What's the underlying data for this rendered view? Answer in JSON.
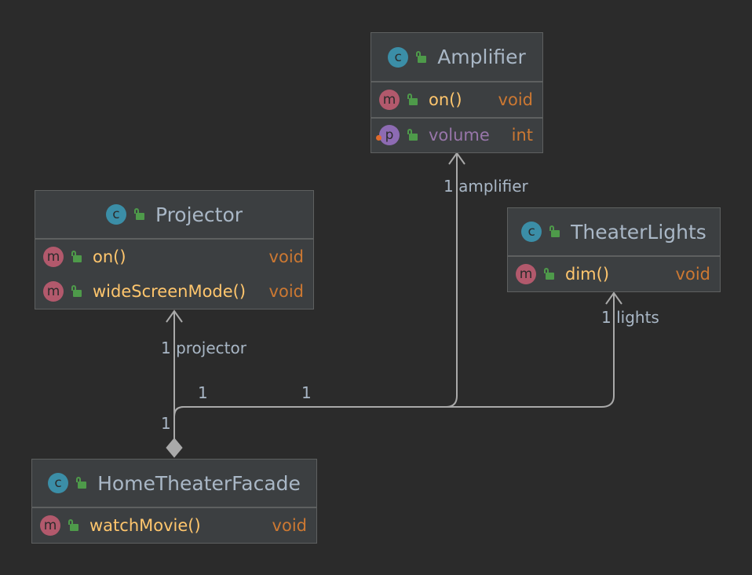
{
  "classes": {
    "amplifier": {
      "name": "Amplifier",
      "members": [
        {
          "kind": "m",
          "name": "on()",
          "type": "void"
        },
        {
          "kind": "p",
          "name": "volume",
          "type": "int"
        }
      ]
    },
    "projector": {
      "name": "Projector",
      "members": [
        {
          "kind": "m",
          "name": "on()",
          "type": "void"
        },
        {
          "kind": "m",
          "name": "wideScreenMode()",
          "type": "void"
        }
      ]
    },
    "theater_lights": {
      "name": "TheaterLights",
      "members": [
        {
          "kind": "m",
          "name": "dim()",
          "type": "void"
        }
      ]
    },
    "facade": {
      "name": "HomeTheaterFacade",
      "members": [
        {
          "kind": "m",
          "name": "watchMovie()",
          "type": "void"
        }
      ]
    }
  },
  "badges": {
    "class": "c",
    "method": "m",
    "property": "p"
  },
  "edges": {
    "amplifier": {
      "role": "1 amplifier",
      "source_mult": "1"
    },
    "projector": {
      "role": "1 projector",
      "source_mult": "1"
    },
    "lights": {
      "role": "1 lights",
      "source_mult": "1"
    }
  },
  "colors": {
    "background": "#2b2b2b",
    "box": "#3c3f41",
    "border": "#5e6060",
    "edge": "#a9a9a9",
    "method": "#ffc66d",
    "type": "#cc7832",
    "property": "#9876aa"
  }
}
